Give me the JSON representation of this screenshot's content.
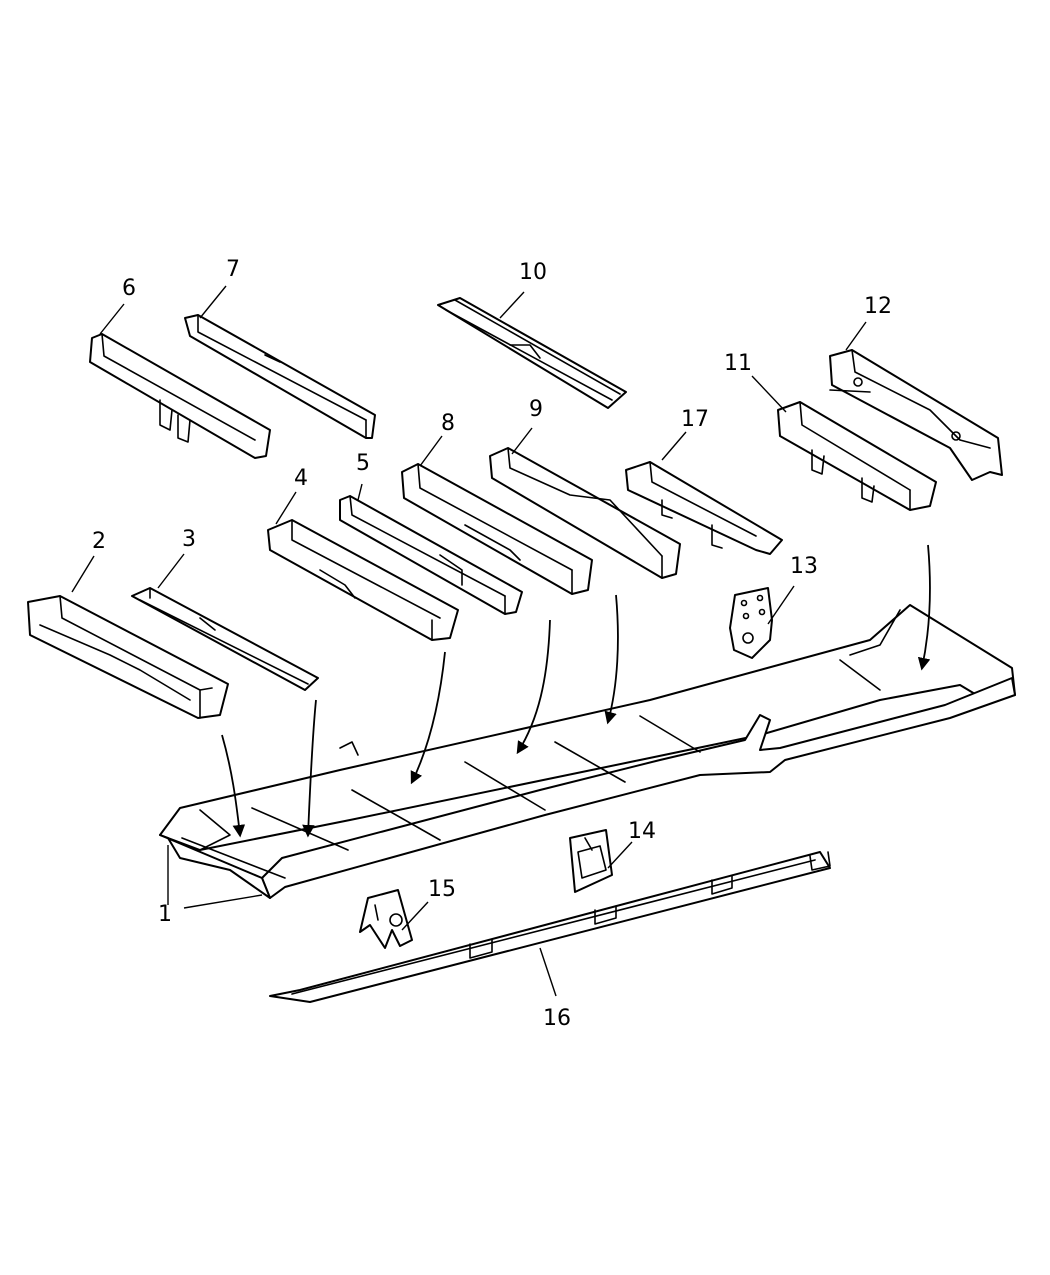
{
  "diagram": {
    "line_color": "#000000",
    "background": "#ffffff",
    "callouts": {
      "c1": "1",
      "c2": "2",
      "c3": "3",
      "c4": "4",
      "c5": "5",
      "c6": "6",
      "c7": "7",
      "c8": "8",
      "c9": "9",
      "c10": "10",
      "c11": "11",
      "c12": "12",
      "c13": "13",
      "c14": "14",
      "c15": "15",
      "c16": "16",
      "c17": "17"
    }
  }
}
